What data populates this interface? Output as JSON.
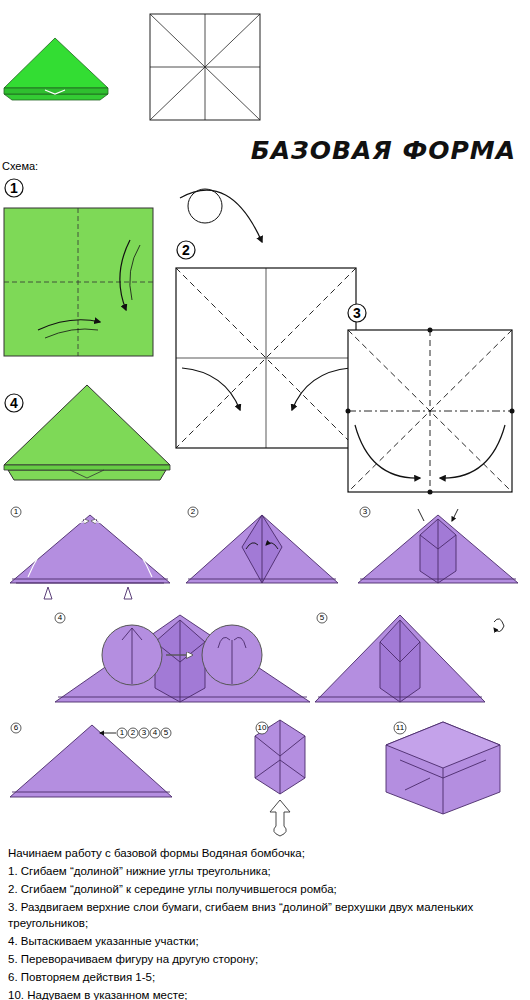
{
  "diagram": {
    "title": "БАЗОВАЯ ФОРМА",
    "labels": [
      "Схема:",
      "1",
      "2",
      "3",
      "4",
      "1",
      "2",
      "3",
      "4",
      "5",
      "6",
      "1",
      "2",
      "3",
      "4",
      "5",
      "10",
      "11",
      "Начинаем работу с базовой формы Водяная бомбочка;",
      "1. Сгибаем “долиной” нижние углы треугольника;",
      "2. Сгибаем “долиной” к середине углы получившегося ромба;",
      "3. Раздвигаем верхние слои бумаги, сгибаем вниз “долиной” верхушки двух маленьких треугольников;",
      "4. Вытаскиваем указанные участки;",
      "5. Переворачиваем фигуру на другую сторону;",
      "6. Повторяем действия 1-5;",
      "10. Надуваем в указанном месте;"
    ]
  }
}
